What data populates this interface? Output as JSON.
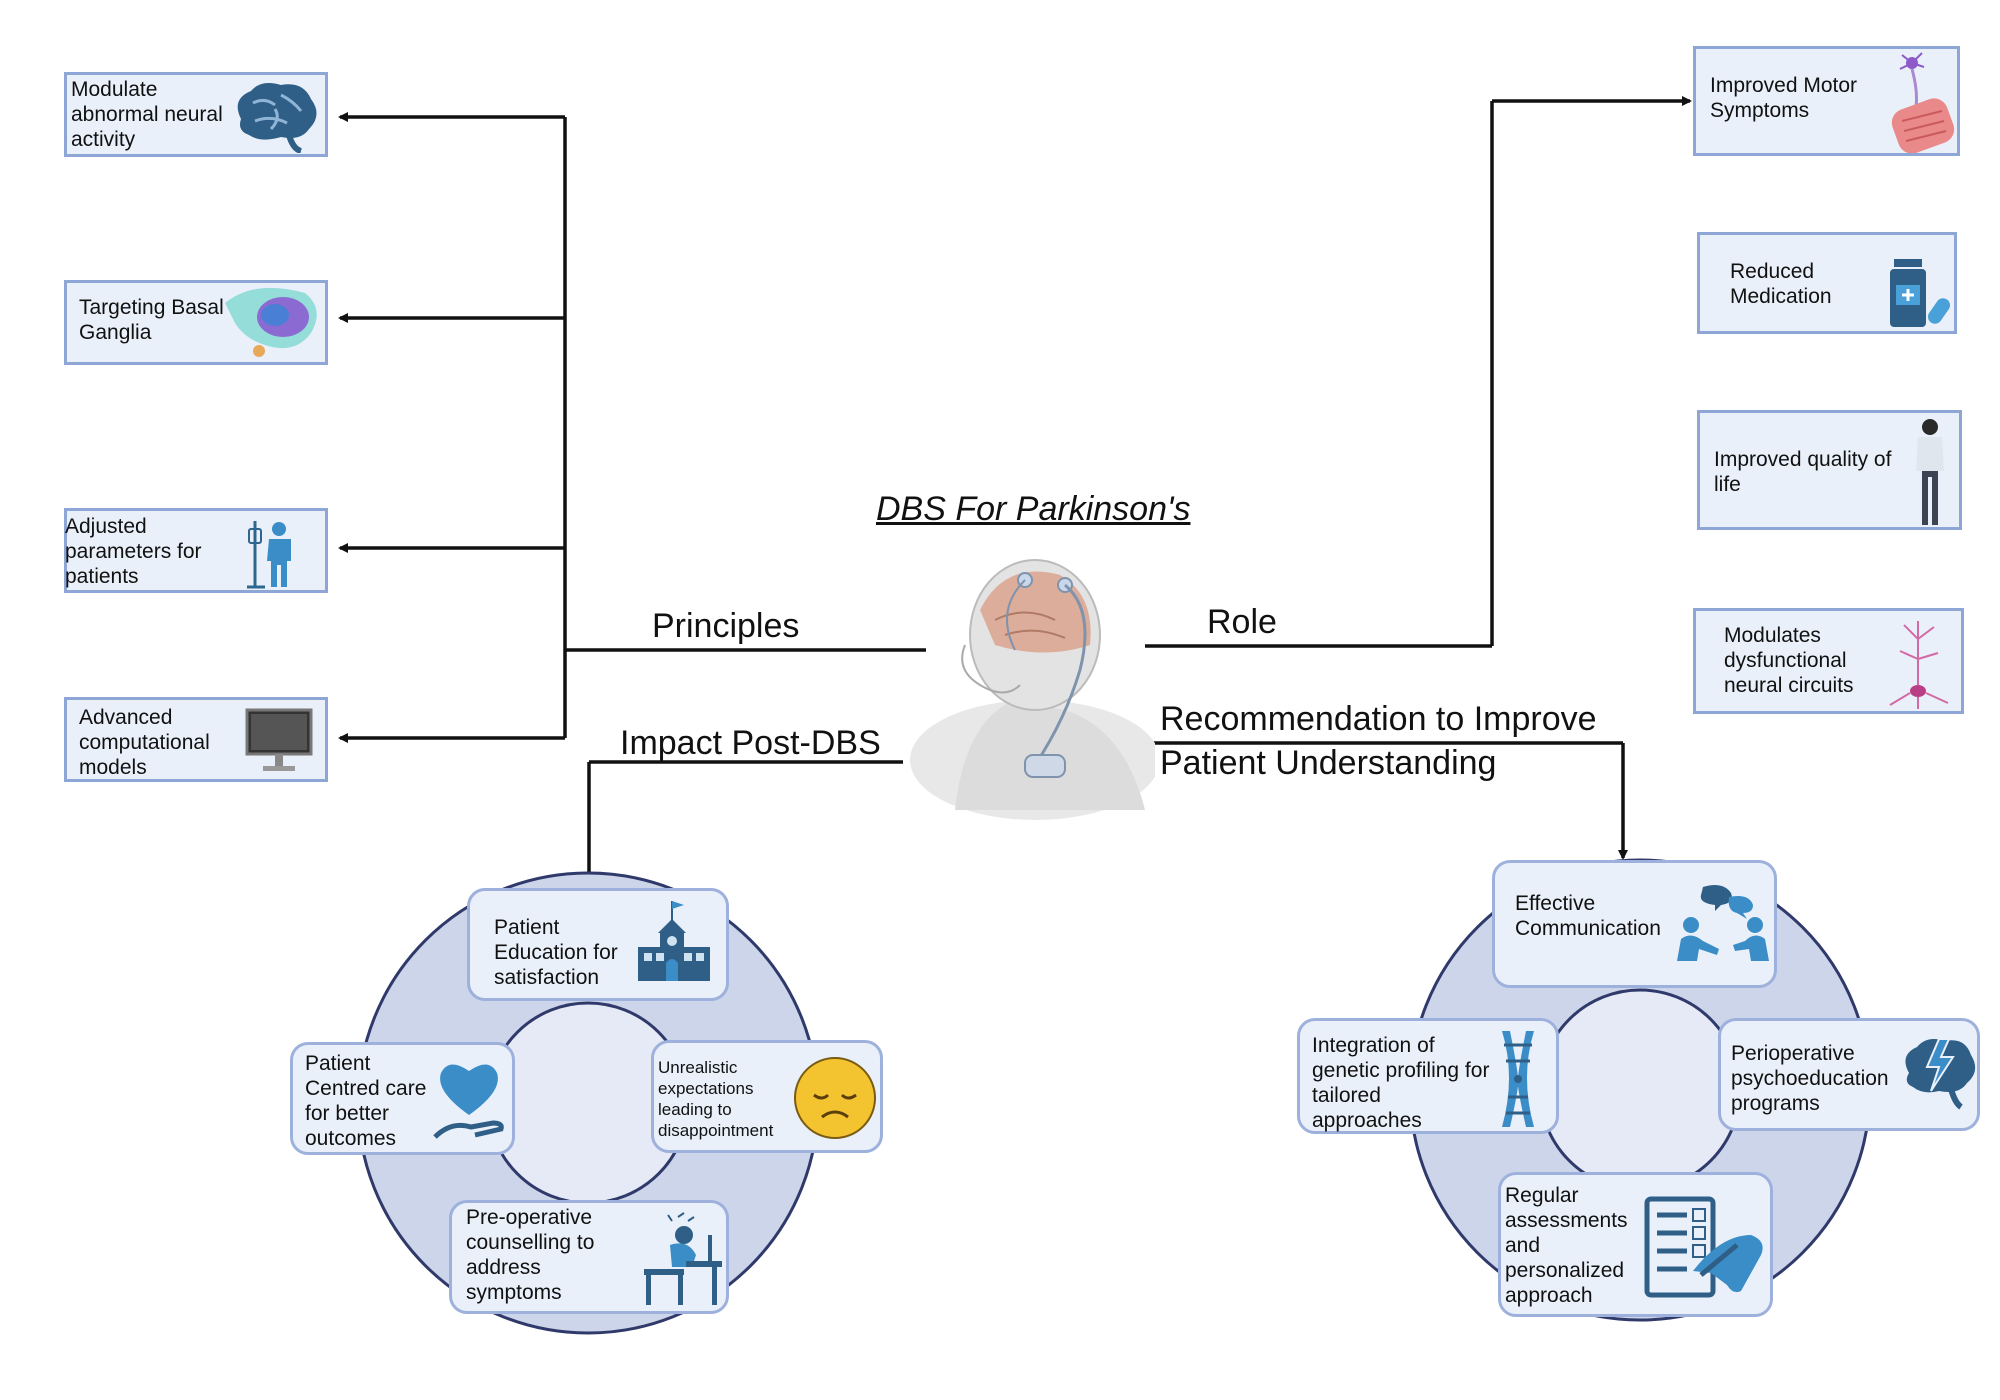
{
  "title": "DBS For Parkinson's",
  "branches": {
    "principles": "Principles",
    "role": "Role",
    "impact": "Impact Post-DBS",
    "recommendation_line1": "Recommendation to Improve",
    "recommendation_line2": "Patient Understanding"
  },
  "principles_items": [
    "Modulate abnormal neural activity",
    "Targeting Basal Ganglia",
    "Adjusted parameters for patients",
    "Advanced computational models"
  ],
  "role_items": [
    "Improved Motor Symptoms",
    "Reduced Medication",
    "Improved quality of life",
    "Modulates dysfunctional neural circuits"
  ],
  "impact_items": [
    "Patient Education for satisfaction",
    "Unrealistic expectations leading to disappointment",
    "Pre-operative counselling to address symptoms",
    "Patient Centred care for better outcomes"
  ],
  "recommendation_items": [
    "Effective Communication",
    "Perioperative psychoeducation programs",
    "Regular assessments and personalized approach",
    "Integration of genetic profiling for tailored approaches"
  ],
  "icons": {
    "brain": "brain-icon",
    "basal_ganglia": "basal-ganglia-icon",
    "patient_iv": "patient-iv-icon",
    "monitor": "monitor-icon",
    "muscle_neuron": "muscle-neuron-icon",
    "medication": "medication-icon",
    "person": "person-icon",
    "neuron": "neuron-icon",
    "school": "school-icon",
    "sad_face": "sad-face-icon",
    "stressed_person": "stressed-person-icon",
    "heart_hand": "heart-hand-icon",
    "conversation": "conversation-icon",
    "brain_lightning": "brain-lightning-icon",
    "checklist": "checklist-icon",
    "chromosome": "chromosome-icon",
    "dbs_patient": "dbs-patient-illustration"
  },
  "colors": {
    "box_fill": "#eaf0fa",
    "box_border": "#8ea6d6",
    "ring_fill": "#cdd5ea",
    "ring_stroke": "#2f3a6b",
    "icon_blue": "#2f6690"
  }
}
